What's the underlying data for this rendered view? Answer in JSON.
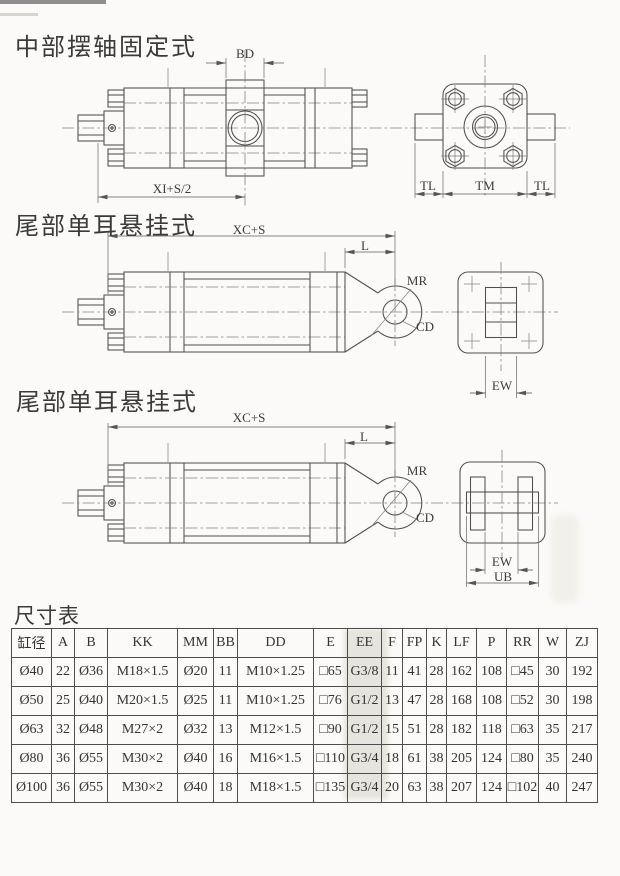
{
  "page": {
    "background": "#fbfaf8",
    "line_color": "#4f4f4f",
    "text_color": "#333333"
  },
  "sections": [
    {
      "title": "中部摆轴固定式",
      "labels": {
        "bd": "BD",
        "xi_s2": "XI+S/2",
        "tl_left": "TL",
        "tm": "TM",
        "tl_right": "TL"
      }
    },
    {
      "title": "尾部单耳悬挂式",
      "labels": {
        "xc_s": "XC+S",
        "l": "L",
        "mr": "MR",
        "cd": "CD",
        "ew": "EW"
      }
    },
    {
      "title": "尾部单耳悬挂式",
      "labels": {
        "xc_s": "XC+S",
        "l": "L",
        "mr": "MR",
        "cd": "CD",
        "ew": "EW",
        "ub": "UB"
      }
    }
  ],
  "table": {
    "title": "尺寸表",
    "headers": [
      "缸径",
      "A",
      "B",
      "KK",
      "MM",
      "BB",
      "DD",
      "E",
      "EE",
      "F",
      "FP",
      "K",
      "LF",
      "P",
      "RR",
      "W",
      "ZJ"
    ],
    "rows": [
      [
        "Ø40",
        "22",
        "Ø36",
        "M18×1.5",
        "Ø20",
        "11",
        "M10×1.25",
        "□65",
        "G3/8",
        "11",
        "41",
        "28",
        "162",
        "108",
        "□45",
        "30",
        "192"
      ],
      [
        "Ø50",
        "25",
        "Ø40",
        "M20×1.5",
        "Ø25",
        "11",
        "M10×1.25",
        "□76",
        "G1/2",
        "13",
        "47",
        "28",
        "168",
        "108",
        "□52",
        "30",
        "198"
      ],
      [
        "Ø63",
        "32",
        "Ø48",
        "M27×2",
        "Ø32",
        "13",
        "M12×1.5",
        "□90",
        "G1/2",
        "15",
        "51",
        "28",
        "182",
        "118",
        "□63",
        "35",
        "217"
      ],
      [
        "Ø80",
        "36",
        "Ø55",
        "M30×2",
        "Ø40",
        "16",
        "M16×1.5",
        "□110",
        "G3/4",
        "18",
        "61",
        "38",
        "205",
        "124",
        "□80",
        "35",
        "240"
      ],
      [
        "Ø100",
        "36",
        "Ø55",
        "M30×2",
        "Ø40",
        "18",
        "M18×1.5",
        "□135",
        "G3/4",
        "20",
        "63",
        "38",
        "207",
        "124",
        "□102",
        "40",
        "247"
      ]
    ]
  }
}
